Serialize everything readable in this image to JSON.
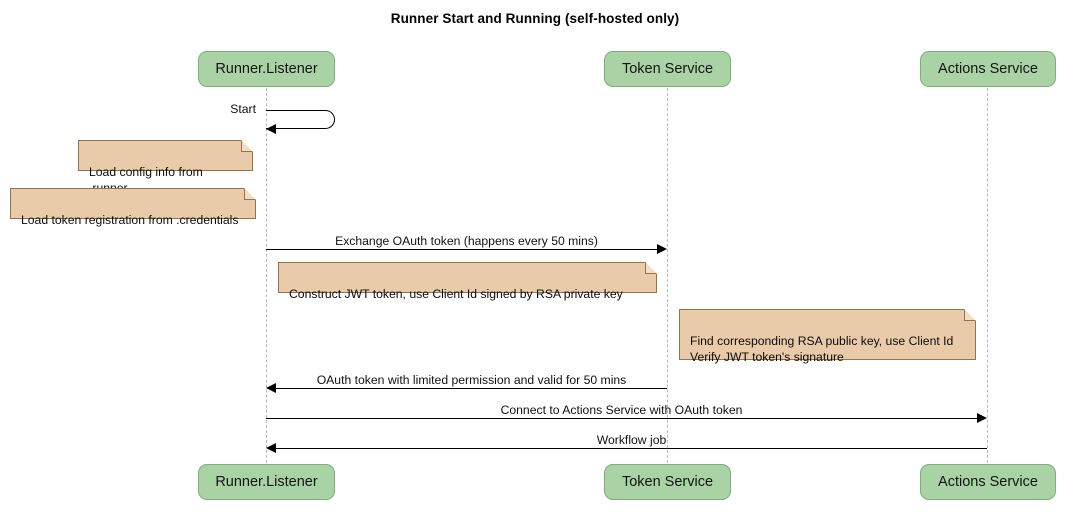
{
  "diagram": {
    "title": "Runner Start and Running (self-hosted only)",
    "type": "sequence-diagram",
    "colors": {
      "participant_fill": "#a9d3a5",
      "participant_border": "#7fae7c",
      "note_fill": "#e9cba9",
      "note_border": "#94724b",
      "lifeline": "#b9b9b9",
      "message": "#000000",
      "background": "#ffffff"
    }
  },
  "participants": [
    {
      "id": "runner",
      "label": "Runner.Listener"
    },
    {
      "id": "token",
      "label": "Token Service"
    },
    {
      "id": "actions",
      "label": "Actions Service"
    }
  ],
  "participants_bottom": [
    {
      "id": "runner",
      "label": "Runner.Listener"
    },
    {
      "id": "token",
      "label": "Token Service"
    },
    {
      "id": "actions",
      "label": "Actions Service"
    }
  ],
  "messages": [
    {
      "id": "start",
      "label": "Start",
      "from": "runner",
      "to": "runner",
      "kind": "self"
    },
    {
      "id": "exchange-oauth-token",
      "label": "Exchange OAuth token (happens every 50 mins)",
      "from": "runner",
      "to": "token",
      "kind": "right"
    },
    {
      "id": "oauth-token-response",
      "label": "OAuth token with limited permission and valid for 50 mins",
      "from": "token",
      "to": "runner",
      "kind": "left"
    },
    {
      "id": "connect-actions-service",
      "label": "Connect to Actions Service with OAuth token",
      "from": "runner",
      "to": "actions",
      "kind": "right"
    },
    {
      "id": "workflow-job",
      "label": "Workflow job",
      "from": "actions",
      "to": "runner",
      "kind": "left"
    }
  ],
  "notes": [
    {
      "id": "load-config",
      "text": "Load config info from .runner",
      "over": "runner"
    },
    {
      "id": "load-token-registration",
      "text": "Load token registration from .credentials",
      "over": "runner"
    },
    {
      "id": "construct-jwt",
      "text": "Construct JWT token, use Client Id signed by RSA private key",
      "over": "runner"
    },
    {
      "id": "verify-jwt",
      "text": "Find corresponding RSA public key, use Client Id\nVerify JWT token's signature",
      "over": "token"
    }
  ]
}
